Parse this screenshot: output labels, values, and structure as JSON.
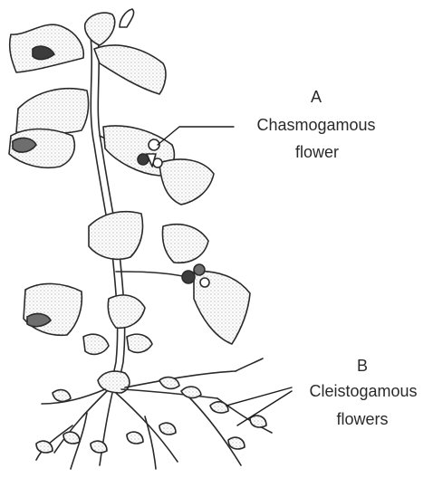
{
  "figure": {
    "label_a": {
      "letter": "A",
      "name_line1": "Chasmogamous",
      "name_line2": "flower"
    },
    "label_b": {
      "letter": "B",
      "name_line1": "Cleistogamous",
      "name_line2": "flowers"
    }
  },
  "colors": {
    "ink": "#2a2a2a",
    "shade": "#6e6e6e",
    "dark_shade": "#3c3c3c",
    "leaf_fill": "#f7f7f7",
    "background": "#ffffff"
  }
}
